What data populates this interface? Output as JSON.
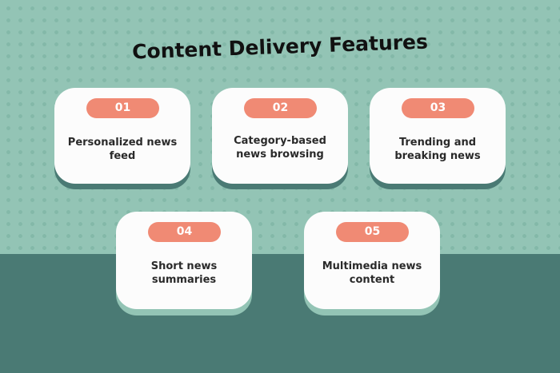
{
  "title": "Content Delivery Features",
  "features": [
    {
      "number": "01",
      "label": "Personalized news feed"
    },
    {
      "number": "02",
      "label": "Category-based news browsing"
    },
    {
      "number": "03",
      "label": "Trending and breaking news"
    },
    {
      "number": "04",
      "label": "Short news summaries"
    },
    {
      "number": "05",
      "label": "Multimedia news content"
    }
  ]
}
